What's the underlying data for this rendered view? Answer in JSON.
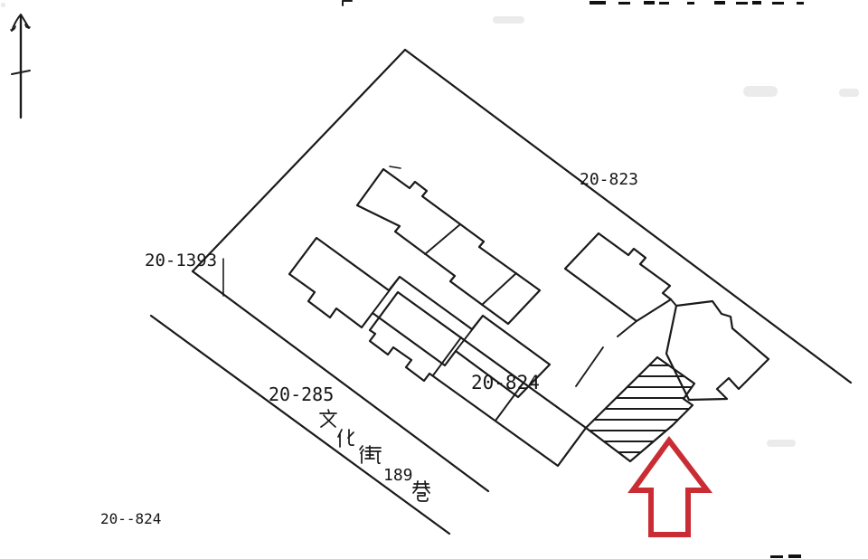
{
  "map": {
    "type": "cadastral-sketch",
    "colors": {
      "ink": "#1a1a1a",
      "highlight_red": "#c92d33",
      "paper": "#ffffff"
    },
    "icons": {
      "north_arrow": "north-arrow",
      "target_arrow": "red-up-arrow",
      "hatched_parcel": "diagonal-hatched-building"
    },
    "parcels": [
      {
        "id": "top-right",
        "text": "20-823"
      },
      {
        "id": "left",
        "text": "20-1393"
      },
      {
        "id": "street",
        "text": "20-285"
      },
      {
        "id": "middle",
        "text": "20-824"
      },
      {
        "id": "bottom-left",
        "text": "20--824"
      }
    ],
    "street": {
      "full": "文化街189巷",
      "chars": [
        "文",
        "化",
        "街"
      ],
      "lane_number": "189",
      "lane_char": "巷"
    }
  }
}
